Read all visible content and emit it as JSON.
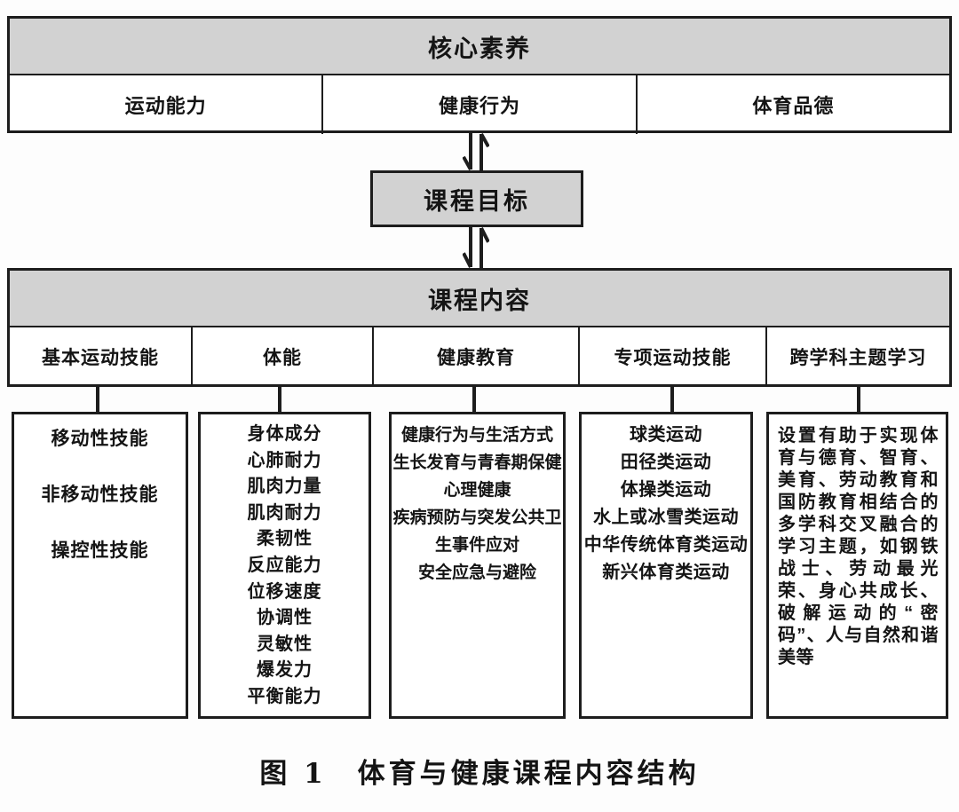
{
  "colors": {
    "header_fill": "#d2d2d2",
    "border": "#1d1d1d",
    "background": "#fdfdfd"
  },
  "core": {
    "title": "核心素养",
    "items": [
      "运动能力",
      "健康行为",
      "体育品德"
    ]
  },
  "goal": {
    "title": "课程目标"
  },
  "content": {
    "title": "课程内容",
    "columns": [
      {
        "label": "基本运动技能",
        "items": [
          "移动性技能",
          "非移动性技能",
          "操控性技能"
        ]
      },
      {
        "label": "体能",
        "items": [
          "身体成分",
          "心肺耐力",
          "肌肉力量",
          "肌肉耐力",
          "柔韧性",
          "反应能力",
          "位移速度",
          "协调性",
          "灵敏性",
          "爆发力",
          "平衡能力"
        ]
      },
      {
        "label": "健康教育",
        "items": [
          "健康行为与生活方式",
          "生长发育与青春期保健",
          "心理健康",
          "疾病预防与突发公共卫生事件应对",
          "安全应急与避险"
        ]
      },
      {
        "label": "专项运动技能",
        "items": [
          "球类运动",
          "田径类运动",
          "体操类运动",
          "水上或冰雪类运动",
          "中华传统体育类运动",
          "新兴体育类运动"
        ]
      },
      {
        "label": "跨学科主题学习",
        "paragraph": "设置有助于实现体育与德育、智育、美育、劳动教育和国防教育相结合的多学科交叉融合的学习主题，如钢铁战士、劳动最光荣、身心共成长、破解运动的“密码”、人与自然和谐美等"
      }
    ]
  },
  "caption": "图 1　体育与健康课程内容结构"
}
